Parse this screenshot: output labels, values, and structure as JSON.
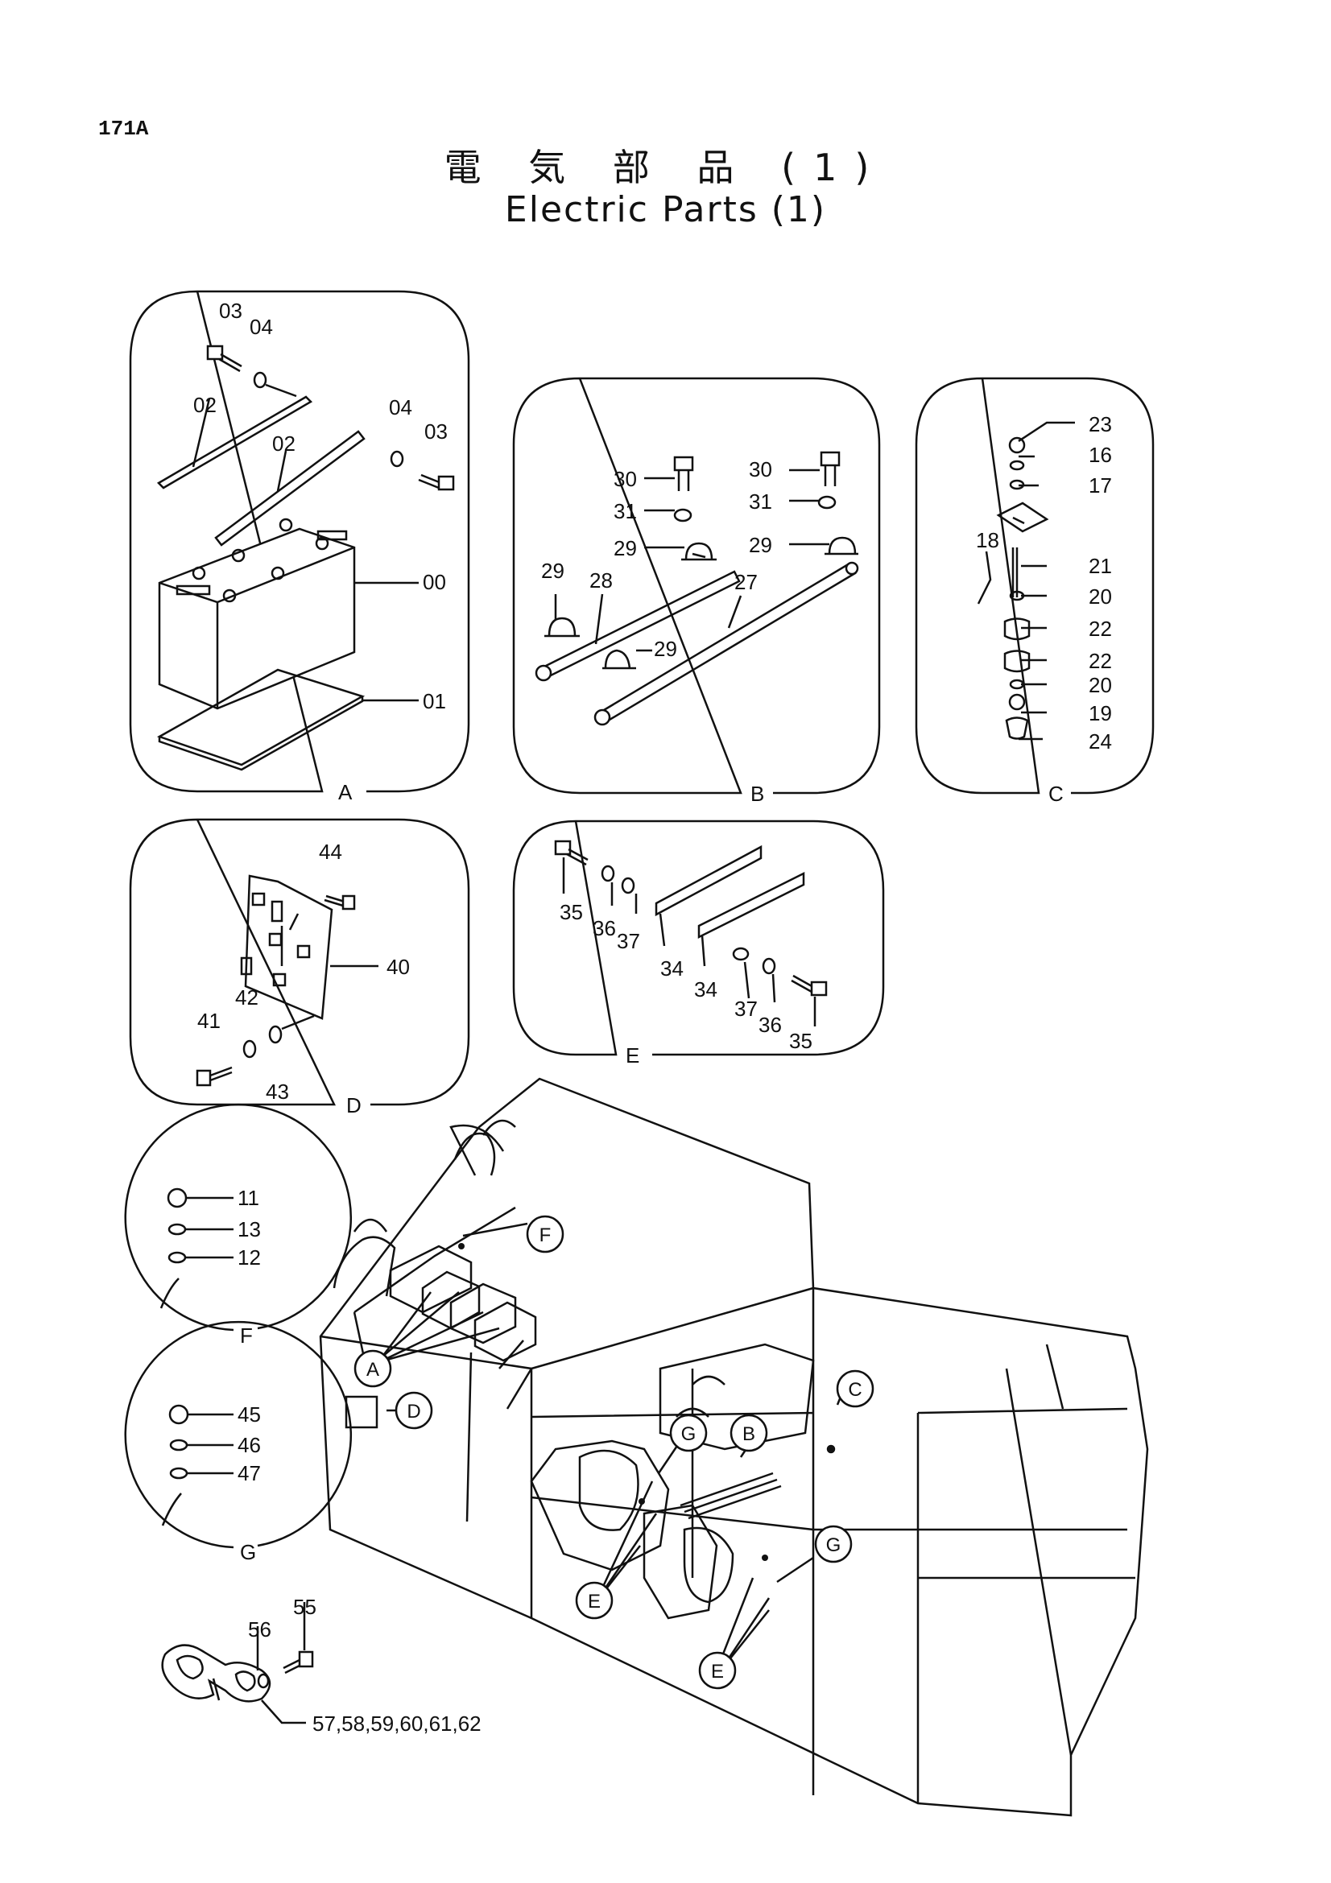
{
  "page": {
    "number": "171A"
  },
  "title": {
    "japanese": "電 気 部 品 (1)",
    "english": "Electric Parts (1)"
  },
  "panels": {
    "A": {
      "label": "A",
      "callouts": [
        "03",
        "04",
        "02",
        "04",
        "03",
        "02",
        "00",
        "01"
      ]
    },
    "B": {
      "label": "B",
      "callouts": [
        "30",
        "31",
        "29",
        "30",
        "31",
        "29",
        "29",
        "28",
        "27",
        "29"
      ]
    },
    "C": {
      "label": "C",
      "callouts": [
        "23",
        "16",
        "17",
        "18",
        "21",
        "20",
        "22",
        "22",
        "20",
        "19",
        "24"
      ]
    },
    "D": {
      "label": "D",
      "callouts": [
        "44",
        "40",
        "42",
        "41",
        "43"
      ]
    },
    "E": {
      "label": "E",
      "callouts": [
        "35",
        "36",
        "37",
        "34",
        "34",
        "37",
        "36",
        "35"
      ]
    },
    "F": {
      "label": "F",
      "callouts": [
        "11",
        "13",
        "12"
      ]
    },
    "G": {
      "label": "G",
      "callouts": [
        "45",
        "46",
        "47"
      ]
    }
  },
  "clamp": {
    "callouts": [
      "56",
      "55",
      "57,58,59,60,61,62"
    ]
  },
  "location_markers": [
    "F",
    "A",
    "D",
    "G",
    "B",
    "C",
    "G",
    "E",
    "E"
  ]
}
